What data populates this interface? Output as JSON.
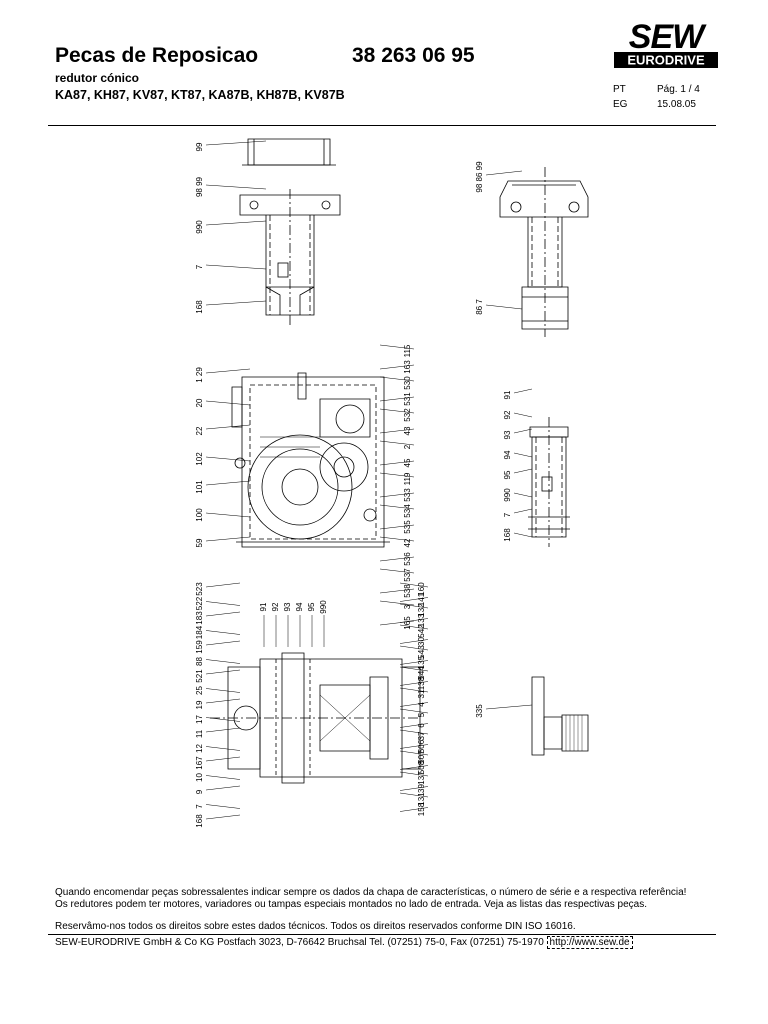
{
  "header": {
    "title": "Pecas de Reposicao",
    "part_number": "38 263 06 95",
    "subtitle": "redutor cónico",
    "models": "KA87, KH87, KV87, KT87, KA87B, KH87B, KV87B",
    "lang_label": "PT",
    "page_label": "Pág. 1 / 4",
    "eg_label": "EG",
    "date": "15.08.05"
  },
  "logo": {
    "line1": "SEW",
    "line2": "EURODRIVE"
  },
  "drawing": {
    "top_left_labels": [
      "99",
      "98 99",
      "990",
      "7",
      "168"
    ],
    "top_right_labels": [
      "98 86 99",
      "86 7"
    ],
    "mid_left_labels": [
      "1 29",
      "20",
      "22",
      "102",
      "101",
      "100",
      "59"
    ],
    "mid_right_labels": [
      "115",
      "163",
      "530",
      "531",
      "532",
      "43",
      "2",
      "45",
      "119",
      "533",
      "534",
      "535",
      "42",
      "536",
      "537",
      "538",
      "3",
      "165"
    ],
    "mid_right_detail_labels": [
      "91",
      "92",
      "93",
      "94",
      "95",
      "990",
      "7",
      "168"
    ],
    "bottom_top_labels": [
      "91",
      "92",
      "93",
      "94",
      "95",
      "990"
    ],
    "bottom_left_labels": [
      "523",
      "522",
      "183",
      "184",
      "159",
      "88",
      "521",
      "25",
      "19",
      "17",
      "11",
      "12",
      "167",
      "10",
      "9",
      "7",
      "168"
    ],
    "bottom_right_labels": [
      "160",
      "141",
      "132",
      "133",
      "542",
      "30",
      "543",
      "135",
      "544",
      "138",
      "31",
      "4",
      "5",
      "6",
      "37",
      "506",
      "507",
      "508",
      "137",
      "39",
      "131",
      "158"
    ],
    "small_detail_label": "335"
  },
  "footer": {
    "note1": "Quando encomendar peças sobressalentes indicar sempre os dados da chapa de características, o número de série e a respectiva referência!",
    "note2": "Os redutores podem ter motores, variadores ou tampas especiais montados no lado de entrada. Veja as listas das respectivas peças.",
    "rights": "Reservâmo-nos todos os direitos sobre estes dados técnicos. Todos os direitos reservados conforme DIN ISO 16016.",
    "company": "SEW-EURODRIVE GmbH & Co KG Postfach 3023, D-76642 Bruchsal Tel. (07251) 75-0, Fax (07251) 75-1970",
    "url": "http://www.sew.de"
  }
}
